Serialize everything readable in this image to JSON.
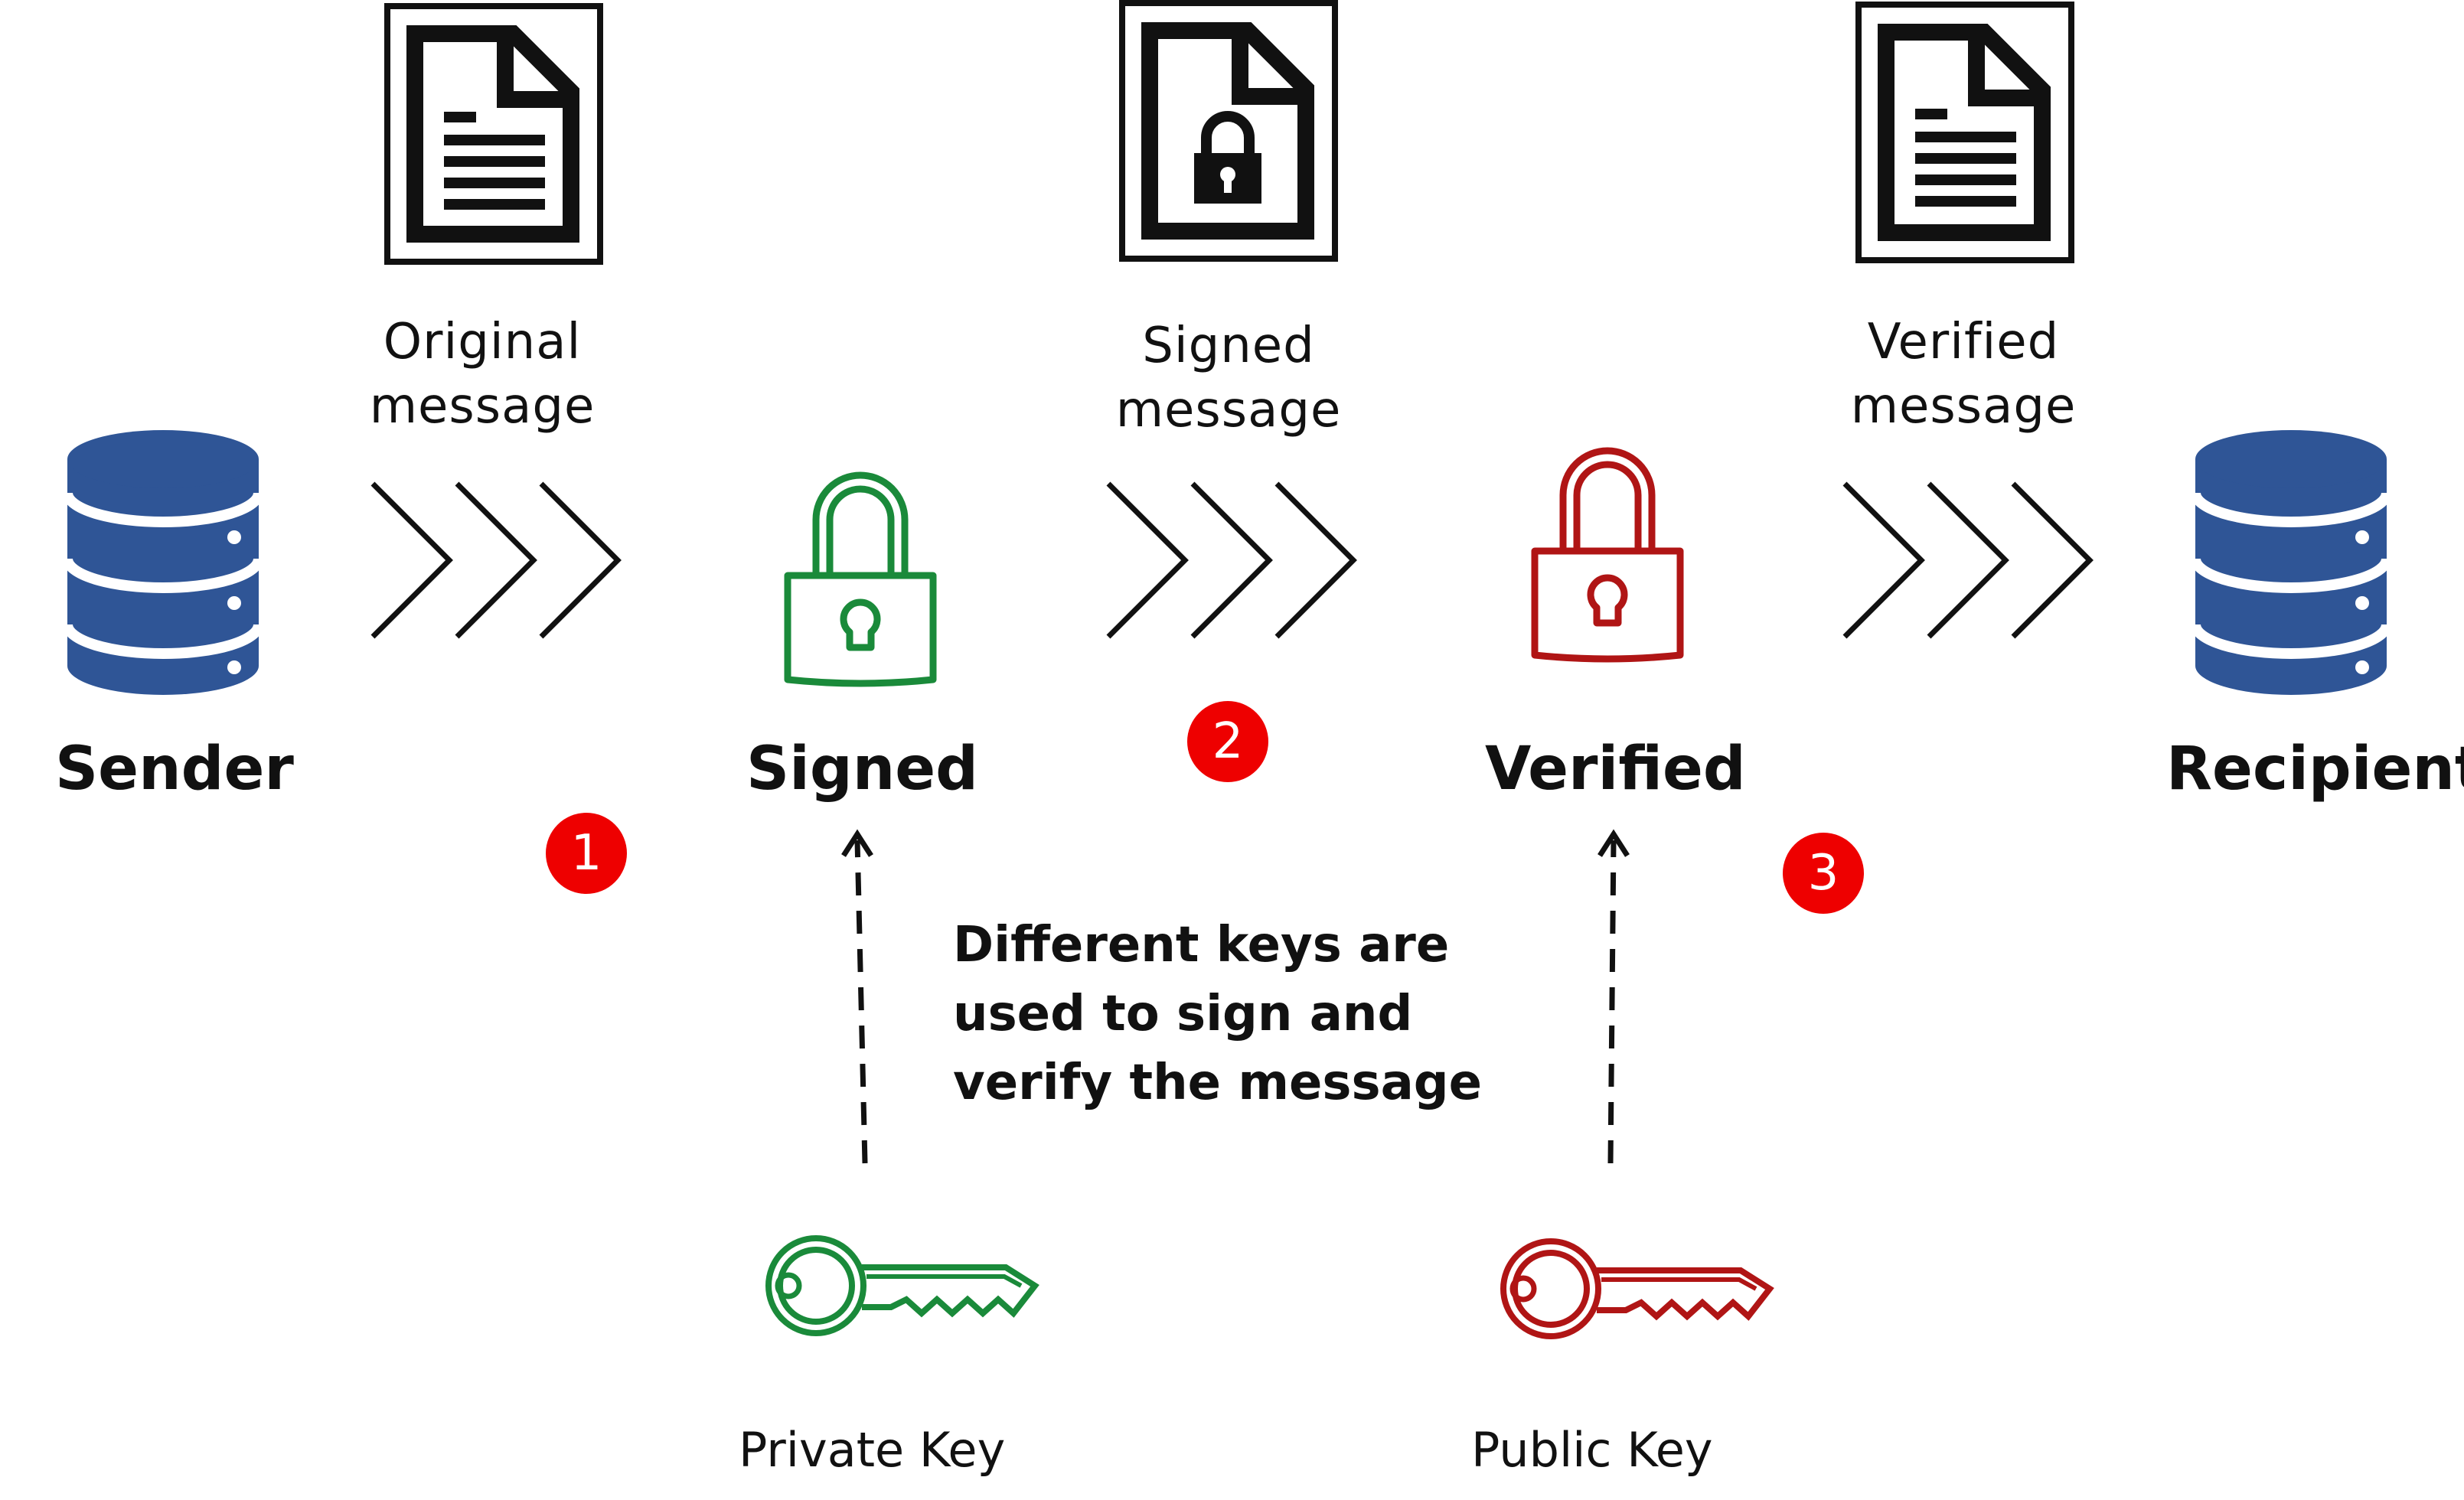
{
  "nodes": {
    "sender": "Sender",
    "signed": "Signed",
    "verified": "Verified",
    "recipient": "Recipient"
  },
  "messages": {
    "original": [
      "Original",
      "message"
    ],
    "signed": [
      "Signed",
      "message"
    ],
    "verified": [
      "Verified",
      "message"
    ]
  },
  "steps": [
    "1",
    "2",
    "3"
  ],
  "note": "Different keys are used to sign and verify the message",
  "keys": {
    "private": "Private Key",
    "public": "Public Key"
  },
  "colors": {
    "database": "#2f5596",
    "private_key": "#1a8a3a",
    "public_key": "#b01515",
    "badge": "#ee0000",
    "ink": "#111111"
  },
  "icons": {
    "database": "database-icon",
    "document": "document-icon",
    "locked_document": "locked-document-icon",
    "padlock": "padlock-icon",
    "key": "key-icon",
    "chevrons": "triple-chevron-icon"
  }
}
